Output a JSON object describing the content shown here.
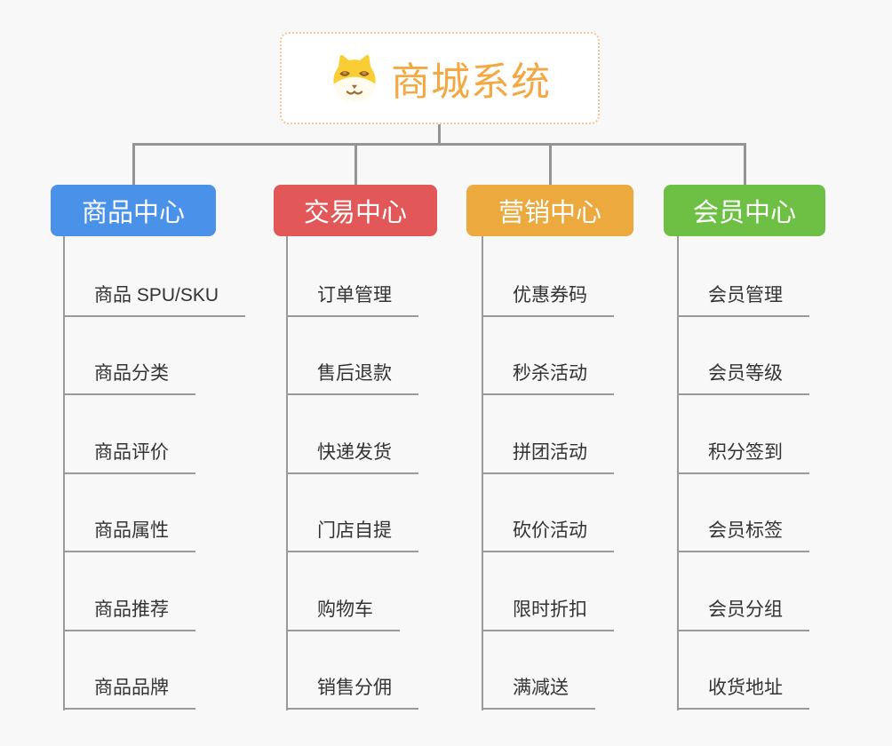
{
  "canvas": {
    "background": "#f8f8f8",
    "line_color": "#949494"
  },
  "root": {
    "label": "商城系统",
    "icon": "doge-face-icon",
    "text_color": "#F2A843",
    "border_color": "#F3C693"
  },
  "branches": [
    {
      "label": "商品中心",
      "color": "#4A91E9",
      "children": [
        "商品 SPU/SKU",
        "商品分类",
        "商品评价",
        "商品属性",
        "商品推荐",
        "商品品牌"
      ]
    },
    {
      "label": "交易中心",
      "color": "#E25757",
      "children": [
        "订单管理",
        "售后退款",
        "快递发货",
        "门店自提",
        "购物车",
        "销售分佣"
      ]
    },
    {
      "label": "营销中心",
      "color": "#EBA93E",
      "children": [
        "优惠券码",
        "秒杀活动",
        "拼团活动",
        "砍价活动",
        "限时折扣",
        "满减送"
      ]
    },
    {
      "label": "会员中心",
      "color": "#6EC045",
      "children": [
        "会员管理",
        "会员等级",
        "积分签到",
        "会员标签",
        "会员分组",
        "收货地址"
      ]
    }
  ]
}
